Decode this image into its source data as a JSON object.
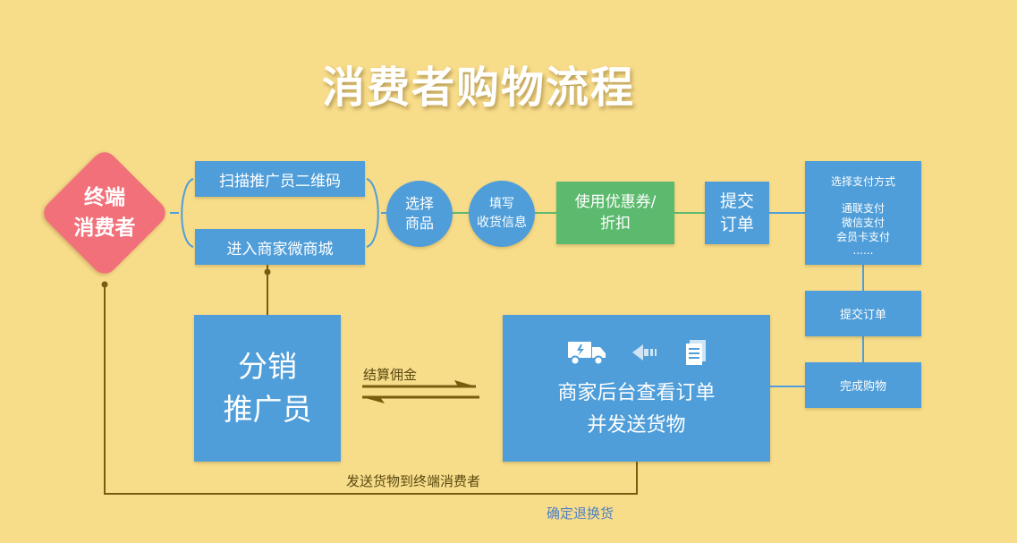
{
  "title": "消费者购物流程",
  "consumer": "终端\n消费者",
  "entry": {
    "scan": "扫描推广员二维码",
    "mall": "进入商家微商城"
  },
  "steps": {
    "select": "选择\n商品",
    "fill": "填写\n收货信息",
    "coupon": "使用优惠券/\n折扣",
    "submit": "提交\n订单"
  },
  "payment": {
    "title": "选择支付方式",
    "methods": [
      "通联支付",
      "微信支付",
      "会员卡支付",
      "......"
    ]
  },
  "submit_order": "提交订单",
  "complete": "完成购物",
  "distributor": "分销\n推广员",
  "commission": "结算佣金",
  "merchant": "商家后台查看订单\n并发送货物",
  "merchant_icons": [
    "delivery-truck-icon",
    "arrow-left-icon",
    "document-icon"
  ],
  "ship_label": "发送货物到终端消费者",
  "confirm_label": "确定退换货",
  "colors": {
    "background": "#f7dc8a",
    "box": "#4f9ed9",
    "coupon": "#5cba6e",
    "consumer": "#f2707a",
    "line": "#7a5c10"
  }
}
